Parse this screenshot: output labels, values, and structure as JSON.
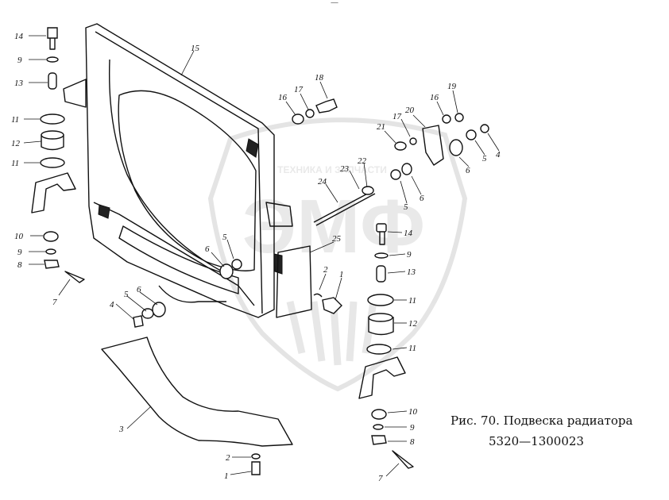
{
  "page_number": "—",
  "watermark": {
    "top_text": "ТЕХНИКА И ЗАПЧАСТИ",
    "logo_text": "ЭМФ"
  },
  "caption": {
    "title": "Рис. 70. Подвеска радиатора",
    "part_number": "5320—1300023"
  },
  "callouts": [
    {
      "id": "c14a",
      "text": "14"
    },
    {
      "id": "c9a",
      "text": "9"
    },
    {
      "id": "c13a",
      "text": "13"
    },
    {
      "id": "c11a",
      "text": "11"
    },
    {
      "id": "c12a",
      "text": "12"
    },
    {
      "id": "c11b",
      "text": "11"
    },
    {
      "id": "c10a",
      "text": "10"
    },
    {
      "id": "c9b",
      "text": "9"
    },
    {
      "id": "c8a",
      "text": "8"
    },
    {
      "id": "c7a",
      "text": "7"
    },
    {
      "id": "c15",
      "text": "15"
    },
    {
      "id": "c16a",
      "text": "16"
    },
    {
      "id": "c17a",
      "text": "17"
    },
    {
      "id": "c18",
      "text": "18"
    },
    {
      "id": "c19",
      "text": "19"
    },
    {
      "id": "c16b",
      "text": "16"
    },
    {
      "id": "c20",
      "text": "20"
    },
    {
      "id": "c21",
      "text": "21"
    },
    {
      "id": "c17b",
      "text": "17"
    },
    {
      "id": "c6a",
      "text": "6"
    },
    {
      "id": "c5a",
      "text": "5"
    },
    {
      "id": "c4a",
      "text": "4"
    },
    {
      "id": "c22",
      "text": "22"
    },
    {
      "id": "c23",
      "text": "23"
    },
    {
      "id": "c24",
      "text": "24"
    },
    {
      "id": "c5b",
      "text": "5"
    },
    {
      "id": "c6b",
      "text": "6"
    },
    {
      "id": "c25",
      "text": "25"
    },
    {
      "id": "c14b",
      "text": "14"
    },
    {
      "id": "c9c",
      "text": "9"
    },
    {
      "id": "c13b",
      "text": "13"
    },
    {
      "id": "c6c",
      "text": "6"
    },
    {
      "id": "c5c",
      "text": "5"
    },
    {
      "id": "c2a",
      "text": "2"
    },
    {
      "id": "c1a",
      "text": "1"
    },
    {
      "id": "c11c",
      "text": "11"
    },
    {
      "id": "c12b",
      "text": "12"
    },
    {
      "id": "c11d",
      "text": "11"
    },
    {
      "id": "c5d",
      "text": "5"
    },
    {
      "id": "c6d",
      "text": "6"
    },
    {
      "id": "c4b",
      "text": "4"
    },
    {
      "id": "c3",
      "text": "3"
    },
    {
      "id": "c10b",
      "text": "10"
    },
    {
      "id": "c9d",
      "text": "9"
    },
    {
      "id": "c8b",
      "text": "8"
    },
    {
      "id": "c7b",
      "text": "7"
    },
    {
      "id": "c2b",
      "text": "2"
    },
    {
      "id": "c1b",
      "text": "1"
    }
  ]
}
